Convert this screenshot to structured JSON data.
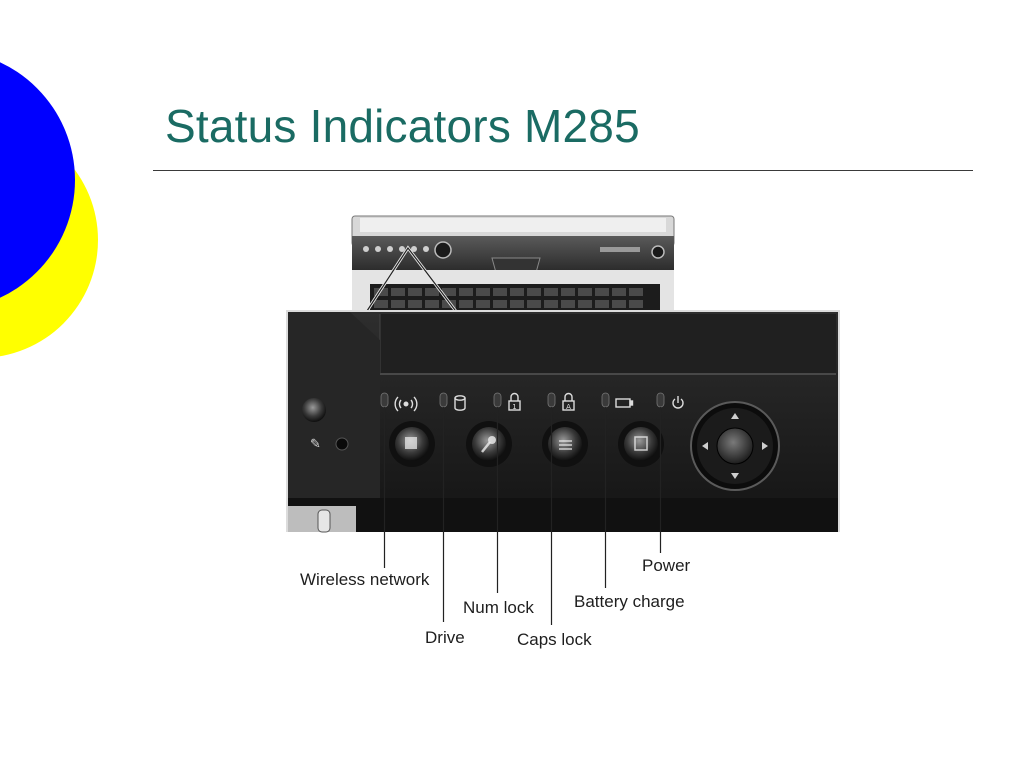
{
  "slide": {
    "title": "Status Indicators M285"
  },
  "theme": {
    "title_color": "#1a6b63",
    "circle_blue": "#0000ff",
    "circle_yellow": "#ffff00"
  },
  "indicators": {
    "wireless": {
      "label": "Wireless network",
      "icon": "wireless-signal-icon"
    },
    "drive": {
      "label": "Drive",
      "icon": "drive-cylinder-icon"
    },
    "num_lock": {
      "label": "Num lock",
      "icon": "num-lock-icon",
      "glyph": "1"
    },
    "caps_lock": {
      "label": "Caps lock",
      "icon": "caps-lock-icon",
      "glyph": "A"
    },
    "battery": {
      "label": "Battery charge",
      "icon": "battery-icon"
    },
    "power": {
      "label": "Power",
      "icon": "power-icon"
    }
  }
}
